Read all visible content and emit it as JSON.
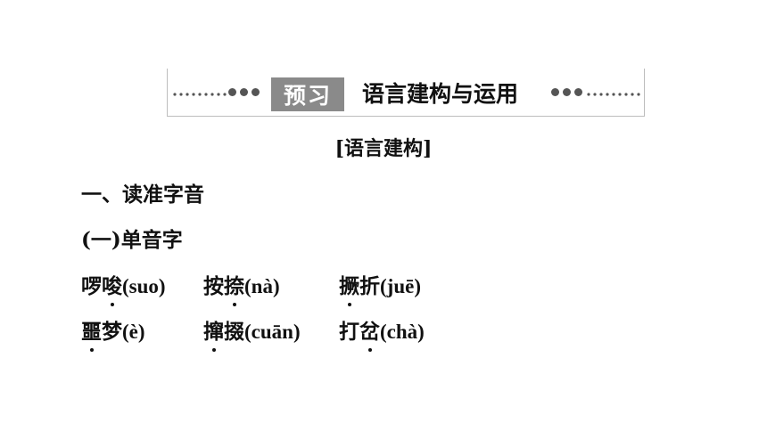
{
  "banner": {
    "tag": "预习",
    "title": "语言建构与运用",
    "color_tag_bg": "#8a8a8a",
    "color_dots": "#555555"
  },
  "subheading": "[语言建构]",
  "section_1": "一、读准字音",
  "section_1_sub": "(一)单音字",
  "words": [
    {
      "chars": [
        "啰",
        "唆"
      ],
      "emphasized": 1,
      "pinyin": "(suo)"
    },
    {
      "chars": [
        "按",
        "捺"
      ],
      "emphasized": 1,
      "pinyin": "(nà)"
    },
    {
      "chars": [
        "撅",
        "折"
      ],
      "emphasized": 0,
      "pinyin": "(juē)"
    },
    {
      "chars": [
        "噩",
        "梦"
      ],
      "emphasized": 0,
      "pinyin": "(è)"
    },
    {
      "chars": [
        "撺",
        "掇"
      ],
      "emphasized": 0,
      "pinyin": "(cuān)"
    },
    {
      "chars": [
        "打",
        "岔"
      ],
      "emphasized": 1,
      "pinyin": "(chà)"
    }
  ]
}
